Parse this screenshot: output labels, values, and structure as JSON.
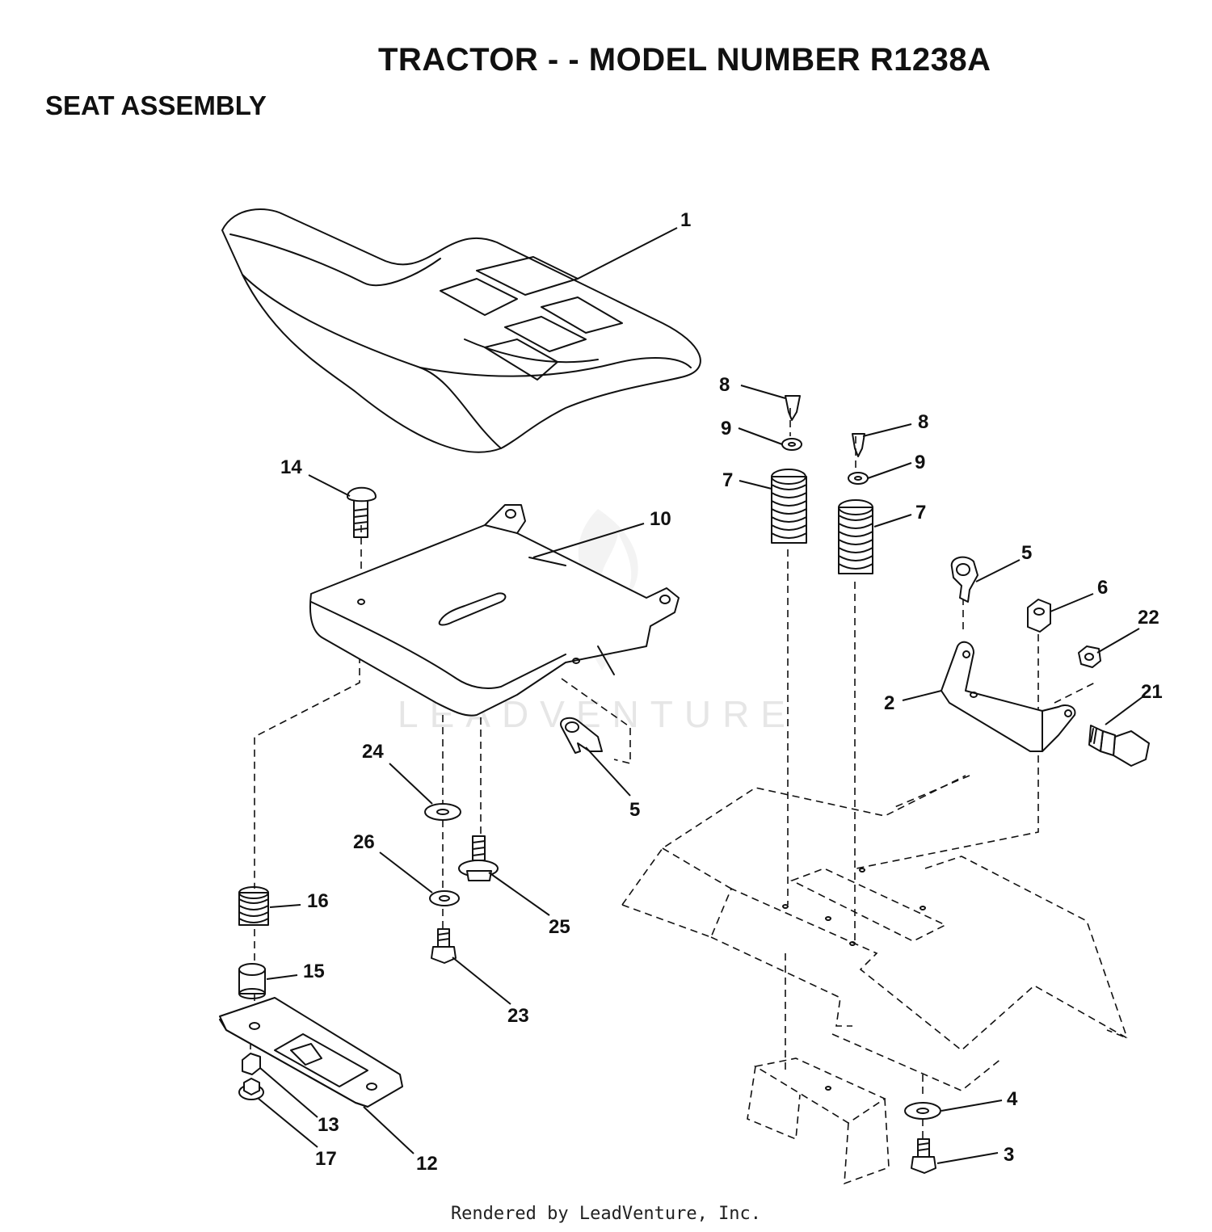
{
  "header": {
    "title": "TRACTOR - - MODEL NUMBER R1238A",
    "subtitle": "SEAT ASSEMBLY"
  },
  "watermark": {
    "text": "LEADVENTURE",
    "color": "#e6e6e6"
  },
  "callouts": [
    "1",
    "2",
    "3",
    "4",
    "5",
    "5",
    "6",
    "7",
    "7",
    "8",
    "8",
    "9",
    "9",
    "10",
    "12",
    "13",
    "14",
    "15",
    "16",
    "17",
    "21",
    "22",
    "23",
    "24",
    "25",
    "26"
  ],
  "footer": {
    "text": "Rendered by LeadVenture, Inc."
  }
}
